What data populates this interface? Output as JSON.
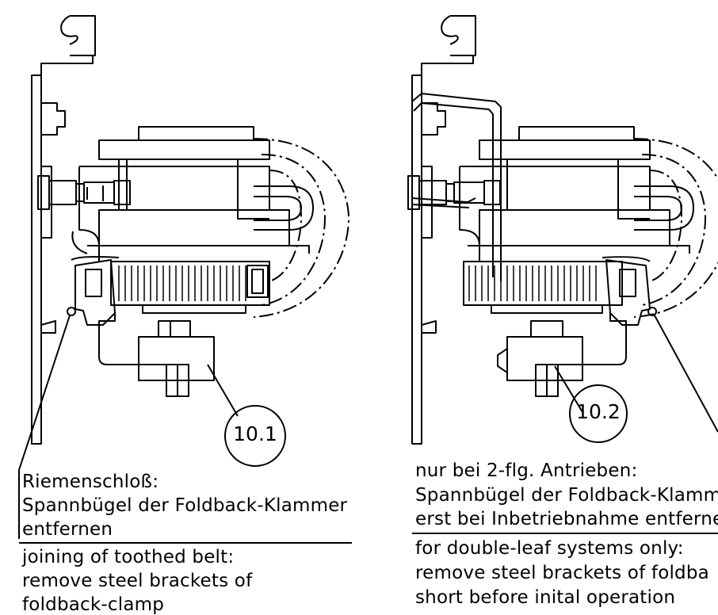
{
  "callouts": {
    "left": "10.1",
    "right": "10.2"
  },
  "left_note": {
    "de_line1": "Riemenschloß:",
    "de_line2": "Spannbügel der Foldback-Klammer",
    "de_line3": "entfernen",
    "en_line1": "joining of toothed belt:",
    "en_line2": "remove steel brackets of",
    "en_line3": "foldback-clamp"
  },
  "right_note": {
    "de_line1": "nur bei 2-flg. Antrieben:",
    "de_line2": "Spannbügel der Foldback-Klamme",
    "de_line3": "erst bei Inbetriebnahme entfernen",
    "en_line1": "for double-leaf systems only:",
    "en_line2": "remove steel brackets of foldba",
    "en_line3": "short before inital operation"
  },
  "colors": {
    "line": "#000000",
    "background": "#ffffff"
  }
}
